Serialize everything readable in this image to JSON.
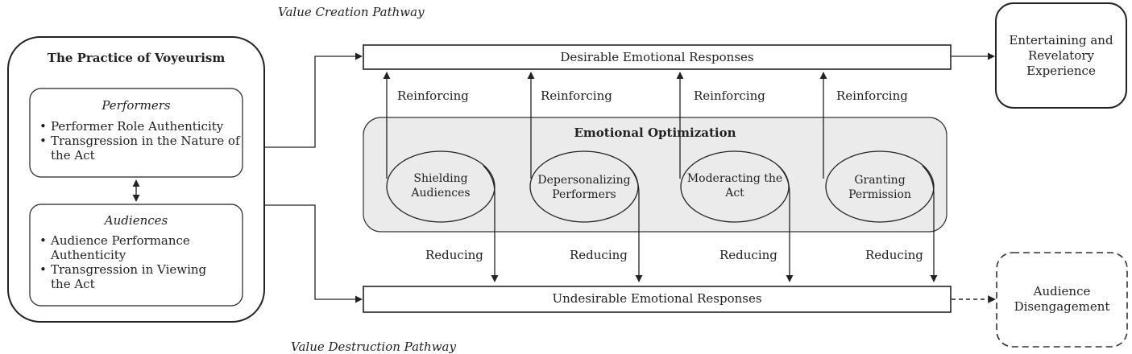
{
  "pathways": {
    "creation": "Value Creation Pathway",
    "destruction": "Value Destruction Pathway"
  },
  "practice": {
    "title": "The Practice of Voyeurism",
    "performers": {
      "heading": "Performers",
      "items": [
        "Performer Role Authenticity",
        "Transgression in the Nature of the Act"
      ]
    },
    "audiences": {
      "heading": "Audiences",
      "items": [
        "Audience Performance Authenticity",
        "Transgression in Viewing the Act"
      ]
    }
  },
  "responses": {
    "desirable": "Desirable Emotional Responses",
    "undesirable": "Undesirable Emotional Responses"
  },
  "optimization": {
    "title": "Emotional Optimization",
    "mechanisms": [
      "Shielding Audiences",
      "Depersonalizing Performers",
      "Moderacting the Act",
      "Granting Permission"
    ]
  },
  "links": {
    "reinforcing": "Reinforcing",
    "reducing": "Reducing"
  },
  "outcomes": {
    "positive": "Entertaining and Revelatory Experience",
    "negative": "Audience Disengagement"
  }
}
